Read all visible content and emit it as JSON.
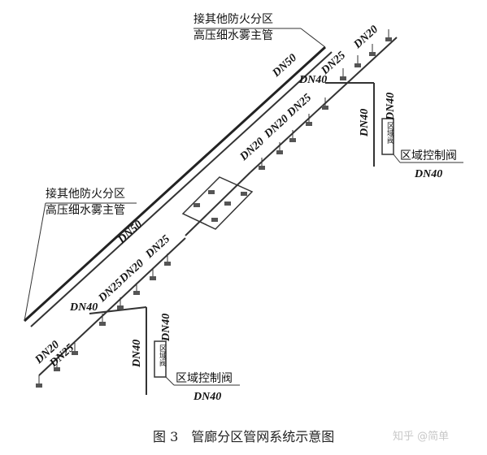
{
  "upper_right": {
    "connect_line1": "接其他防火分区",
    "connect_line2": "高压细水雾主管",
    "main_size": "DN50",
    "branch_size_a": "DN20",
    "branch_size_b": "DN25",
    "branch_size_c": "DN20",
    "branch_size_d": "DN20",
    "branch_size_e": "DN25",
    "header_size": "DN40",
    "riser_size_left": "DN40",
    "riser_size_right": "DN40",
    "valve_label": "区域控制阀",
    "valve_size": "DN40",
    "cabinet_text": "区域阀"
  },
  "lower_left": {
    "connect_line1": "接其他防火分区",
    "connect_line2": "高压细水雾主管",
    "main_size": "DN50",
    "branch_size_a": "DN25",
    "branch_size_b": "DN20",
    "branch_size_c": "DN25",
    "branch_size_d": "DN20",
    "branch_size_e": "DN25",
    "header_size": "DN40",
    "riser_size_left": "DN40",
    "riser_size_right": "DN40",
    "valve_label": "区域控制阀",
    "valve_size": "DN40",
    "cabinet_text": "区域阀"
  },
  "caption": "图 3　管廊分区管网系统示意图",
  "watermark": "知乎 @简单"
}
